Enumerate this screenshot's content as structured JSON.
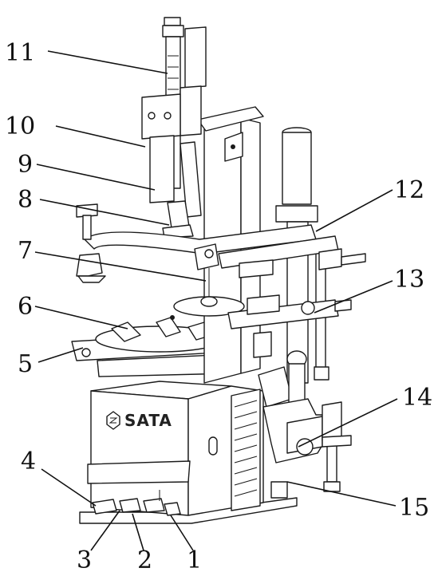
{
  "brand": {
    "logo_text": "SATA"
  },
  "callouts": [
    "1",
    "2",
    "3",
    "4",
    "5",
    "6",
    "7",
    "8",
    "9",
    "10",
    "11",
    "12",
    "13",
    "14",
    "15"
  ]
}
